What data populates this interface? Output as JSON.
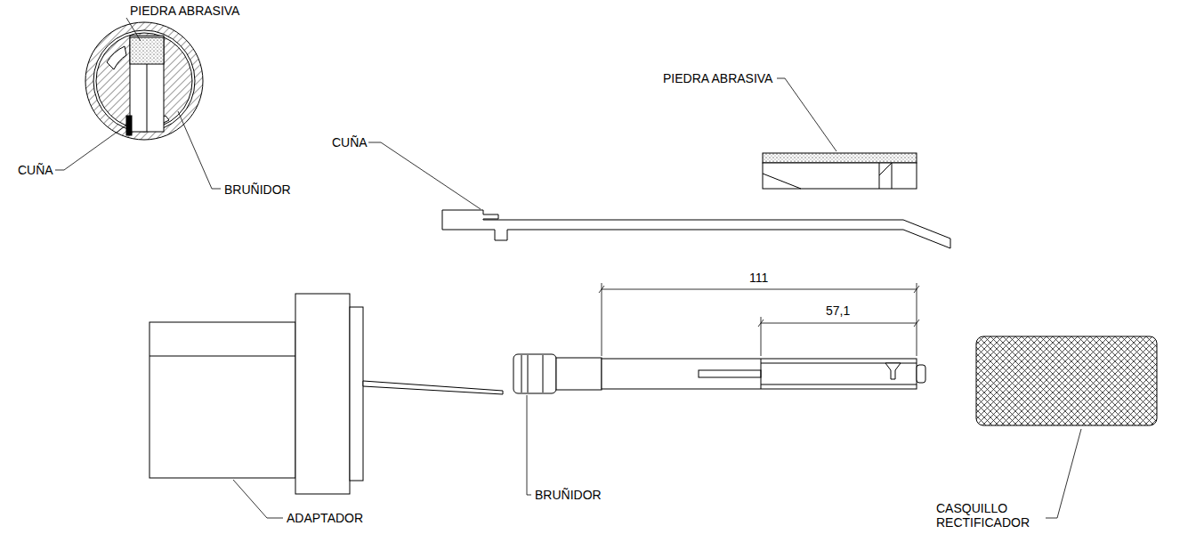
{
  "diagram": {
    "labels": [
      "PIEDRA ABRASIVA",
      "PIEDRA ABRASIVA",
      "CUÑA",
      "CUÑA",
      "BRUÑIDOR",
      "111",
      "57,1",
      "BRUÑIDOR",
      "CASQUILLO RECTIFICADOR",
      "ADAPTADOR"
    ]
  }
}
